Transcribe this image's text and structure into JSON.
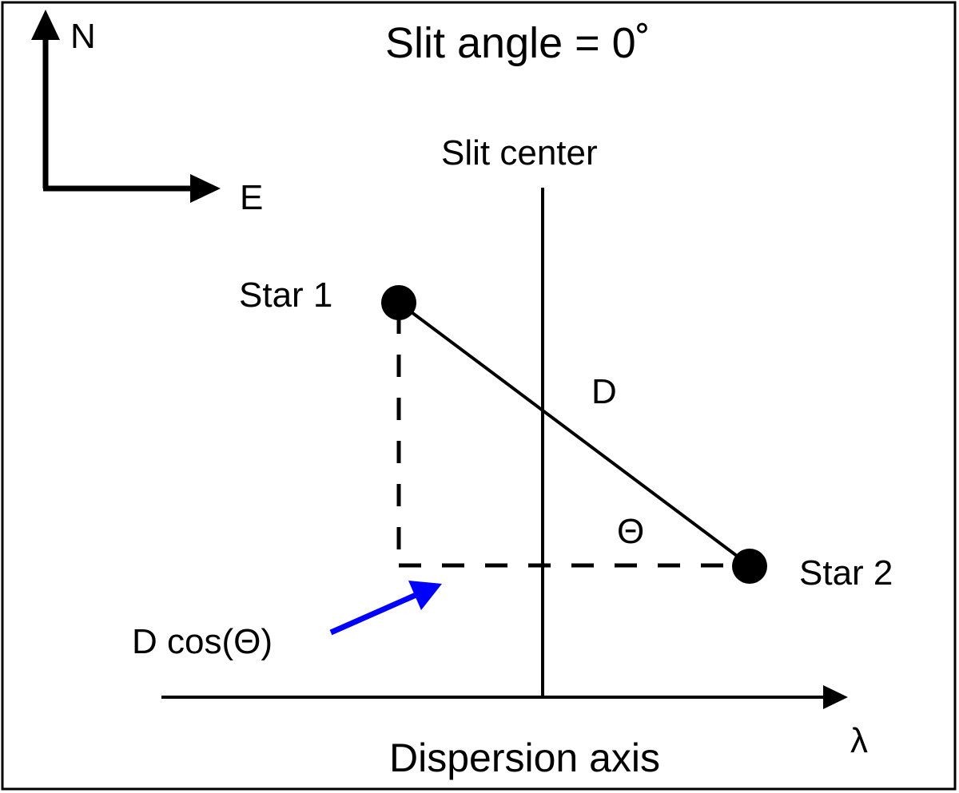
{
  "diagram": {
    "title": "Slit angle = 0˚",
    "compass": {
      "north_label": "N",
      "east_label": "E"
    },
    "slit_center_label": "Slit center",
    "star1_label": "Star 1",
    "star2_label": "Star 2",
    "separation_label": "D",
    "angle_label": "Θ",
    "projection_label": "D cos(Θ)",
    "dispersion_axis_label": "Dispersion axis",
    "wavelength_symbol": "λ",
    "colors": {
      "line": "#000000",
      "annotation_arrow": "#0000ff",
      "background": "#ffffff"
    }
  }
}
